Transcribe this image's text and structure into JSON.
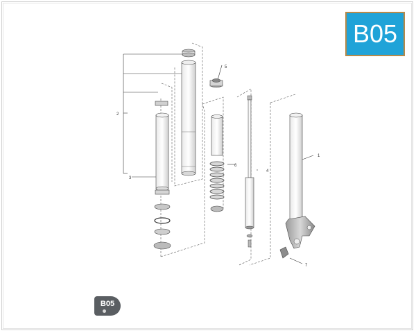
{
  "badge": {
    "label": "B05",
    "color": "#20a3d8"
  },
  "page_tag": {
    "label": "B05"
  },
  "callouts": {
    "c1": "1",
    "c2": "2",
    "c3": "3",
    "c4": "4",
    "c5": "5",
    "c6": "6",
    "c7": "7"
  }
}
